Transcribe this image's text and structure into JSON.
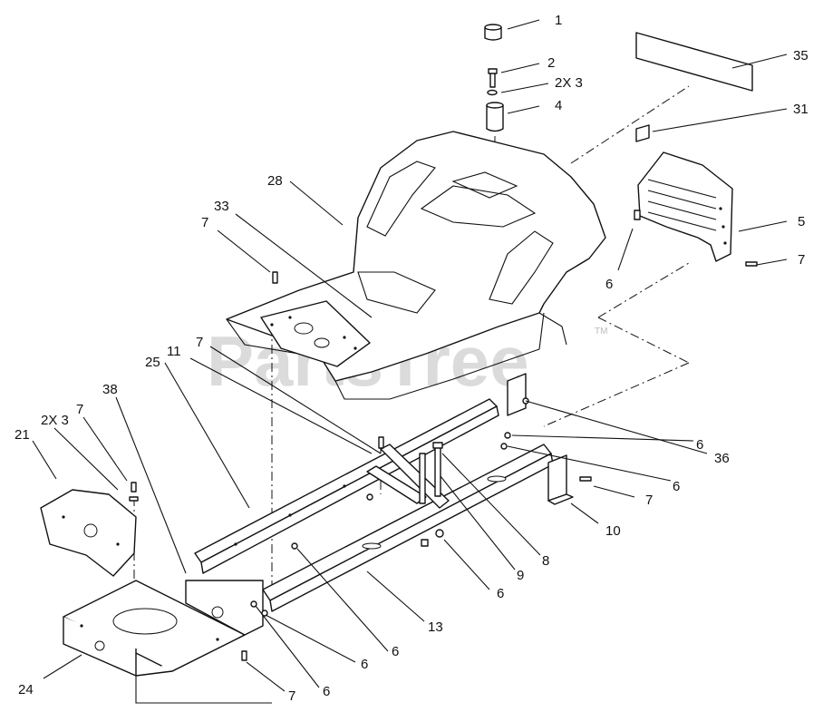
{
  "watermark": {
    "text": "PartsTree",
    "trademark": "TM"
  },
  "callouts": [
    {
      "id": "c1",
      "text": "1"
    },
    {
      "id": "c2",
      "text": "2"
    },
    {
      "id": "c2x3a",
      "text": "2X 3"
    },
    {
      "id": "c4",
      "text": "4"
    },
    {
      "id": "c35",
      "text": "35"
    },
    {
      "id": "c31",
      "text": "31"
    },
    {
      "id": "c28",
      "text": "28"
    },
    {
      "id": "c33",
      "text": "33"
    },
    {
      "id": "c7a",
      "text": "7"
    },
    {
      "id": "c5",
      "text": "5"
    },
    {
      "id": "c7b",
      "text": "7"
    },
    {
      "id": "c6a",
      "text": "6"
    },
    {
      "id": "c11",
      "text": "11"
    },
    {
      "id": "c7c",
      "text": "7"
    },
    {
      "id": "c25",
      "text": "25"
    },
    {
      "id": "c38",
      "text": "38"
    },
    {
      "id": "c7d",
      "text": "7"
    },
    {
      "id": "c2x3b",
      "text": "2X 3"
    },
    {
      "id": "c21",
      "text": "21"
    },
    {
      "id": "c36",
      "text": "36"
    },
    {
      "id": "c6b",
      "text": "6"
    },
    {
      "id": "c6c",
      "text": "6"
    },
    {
      "id": "c7e",
      "text": "7"
    },
    {
      "id": "c10",
      "text": "10"
    },
    {
      "id": "c8",
      "text": "8"
    },
    {
      "id": "c9",
      "text": "9"
    },
    {
      "id": "c6d",
      "text": "6"
    },
    {
      "id": "c13",
      "text": "13"
    },
    {
      "id": "c6e",
      "text": "6"
    },
    {
      "id": "c6f",
      "text": "6"
    },
    {
      "id": "c6g",
      "text": "6"
    },
    {
      "id": "c7f",
      "text": "7"
    },
    {
      "id": "c24",
      "text": "24"
    }
  ]
}
